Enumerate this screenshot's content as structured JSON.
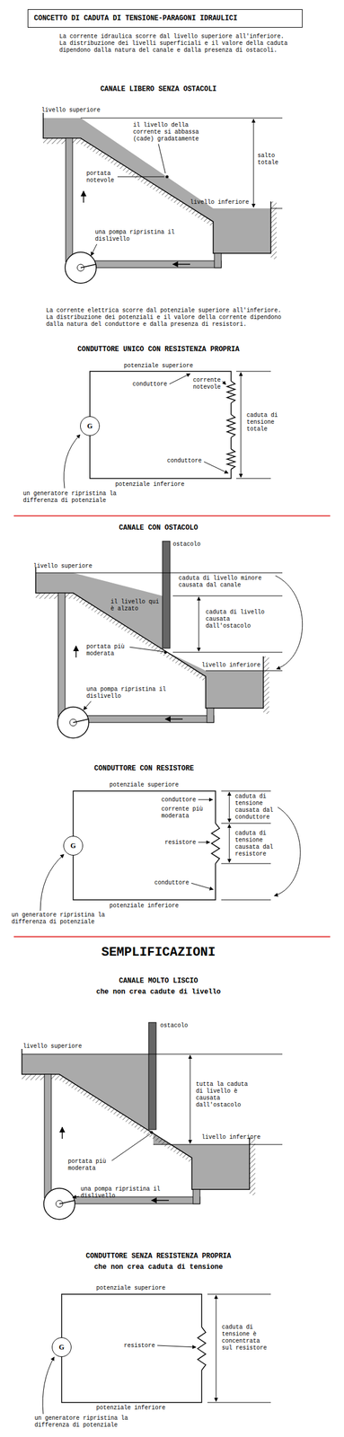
{
  "diagram": {
    "title": "CONCETTO DI CADUTA DI TENSIONE-PARAGONI IDRAULICI",
    "nodes": [
      {
        "text": [
          "G"
        ]
      },
      {
        "text": [
          "G"
        ]
      },
      {
        "text": [
          "G"
        ]
      }
    ],
    "labels": [
      "La corrente idraulica scorre dal livello superiore all'inferiore. La distribuzione dei livelli superficiali e il valore della caduta dipendono dalla natura del canale e dalla presenza di ostacoli.",
      "CANALE LIBERO SENZA OSTACOLI",
      "livello superiore",
      "il livello della corrente si abbassa (cade) gradatamente",
      "salto totale",
      "portata notevole",
      "livello inferiore",
      "una pompa ripristina il dislivello",
      "La corrente elettrica scorre dal potenziale superiore all'inferiore. La distribuzione dei potenziali e il valore della corrente dipendono dalla natura del conduttore e dalla presenza di resistori.",
      "CONDUTTORE UNICO CON RESISTENZA PROPRIA",
      "potenziale superiore",
      "conduttore",
      "corrente notevole",
      "caduta di tensione totale",
      "conduttore",
      "potenziale inferiore",
      "un generatore ripristina la differenza di potenziale",
      "CANALE CON OSTACOLO",
      "ostacolo",
      "livello superiore",
      "caduta di livello minore causata dal canale",
      "il livello qui è alzato",
      "caduta di livello causata dall'ostacolo",
      "livello inferiore",
      "portata più moderata",
      "una pompa ripristina il dislivello",
      "CONDUTTORE CON RESISTORE",
      "potenziale superiore",
      "conduttore",
      "corrente più moderata",
      "caduta di tensione causata dal conduttore",
      "resistore",
      "caduta di tensione causata dal resistore",
      "conduttore",
      "potenziale inferiore",
      "un generatore ripristina la differenza di potenziale",
      "SEMPLIFICAZIONI",
      "CANALE MOLTO LISCIO",
      "che non crea cadute di livello",
      "ostacolo",
      "livello superiore",
      "tutta la caduta di livello è causata dall'ostacolo",
      "livello inferiore",
      "portata più moderata",
      "una pompa ripristina il dislivello",
      "CONDUTTORE SENZA RESISTENZA PROPRIA",
      "che non crea caduta di tensione",
      "potenziale superiore",
      "resistore",
      "caduta di tensione è concentrata sul resistore",
      "potenziale inferiore",
      "un generatore ripristina la differenza di potenziale"
    ]
  }
}
